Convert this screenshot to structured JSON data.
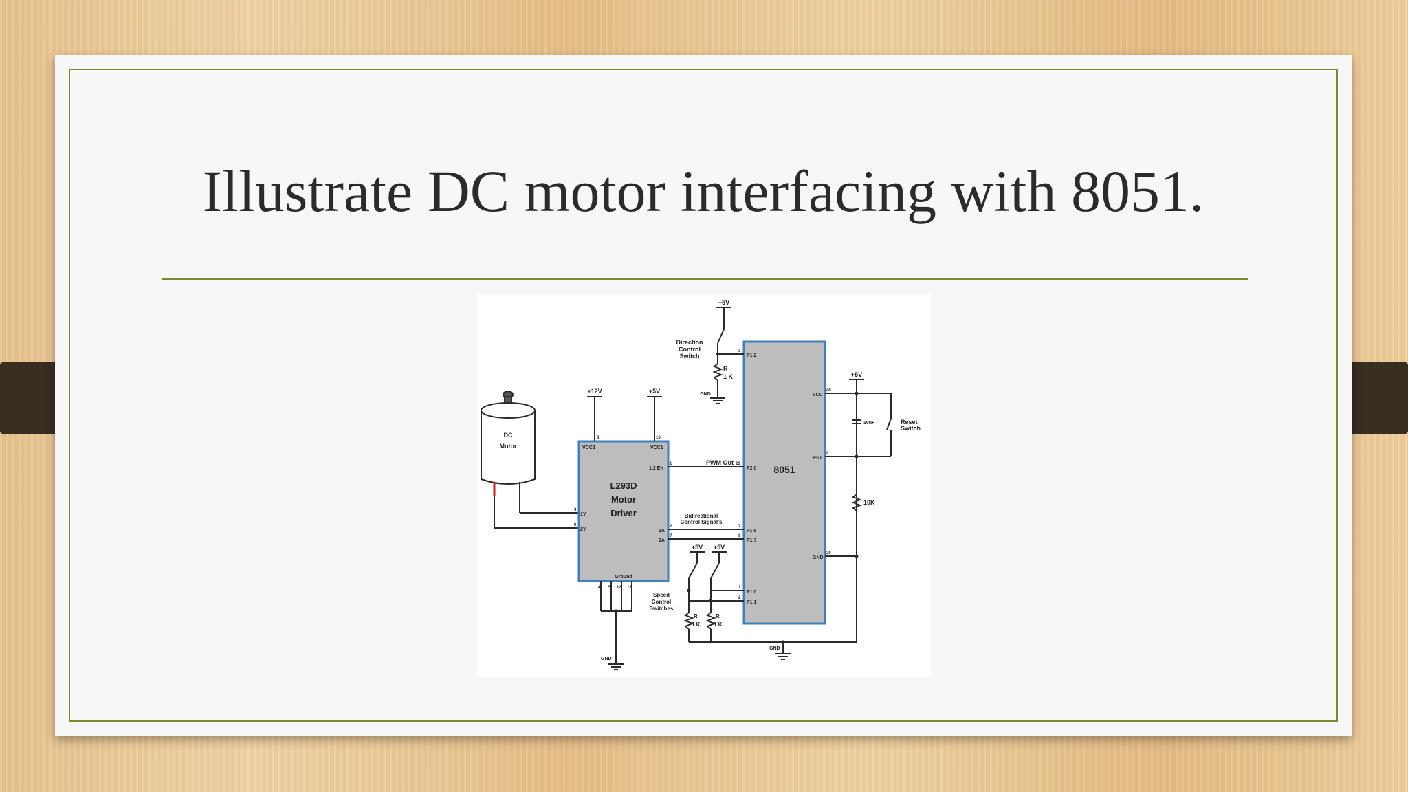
{
  "slide": {
    "title": "Illustrate DC motor interfacing with 8051."
  },
  "diagram": {
    "supply_5v": "+5V",
    "supply_12v": "+12V",
    "gnd": "GND",
    "direction_switch": [
      "Direction",
      "Control",
      "Switch"
    ],
    "resistor_r": "R",
    "resistor_1k": "1 K",
    "dc_motor": [
      "DC",
      "Motor"
    ],
    "driver": {
      "name": "L293D",
      "line2": "Motor",
      "line3": "Driver",
      "vcc2": "VCC2",
      "vcc1": "VCC1",
      "en": "1,2 EN",
      "out1": "1Y",
      "out2": "2Y",
      "in1": "1A",
      "in2": "2A",
      "ground": "Ground",
      "pin_8": "8",
      "pin_16": "16",
      "pin_1": "1",
      "pin_3": "3",
      "pin_6": "6",
      "pin_2": "2",
      "pin_7": "7",
      "ground_pins": [
        "4",
        "5",
        "12",
        "13"
      ]
    },
    "mcu": {
      "name": "8051",
      "vcc": "VCC",
      "rst": "RST",
      "gnd": "GND",
      "p12": "P1.2",
      "p20": "P2.0",
      "p16": "P1.6",
      "p17": "P1.7",
      "p10": "P1.0",
      "p11": "P1.1",
      "pin_3": "3",
      "pin_21": "21",
      "pin_7": "7",
      "pin_8": "8",
      "pin_1": "1",
      "pin_2": "2",
      "pin_40": "40",
      "pin_9": "9",
      "pin_20": "20"
    },
    "pwm_out": "PWM Out",
    "bidirectional": [
      "Bidirectional",
      "Control Signal's"
    ],
    "speed_switches": [
      "Speed",
      "Control",
      "Switches"
    ],
    "capacitor": "10uF",
    "reset_switch": [
      "Reset",
      "Switch"
    ],
    "resistor_10k": "10K"
  }
}
